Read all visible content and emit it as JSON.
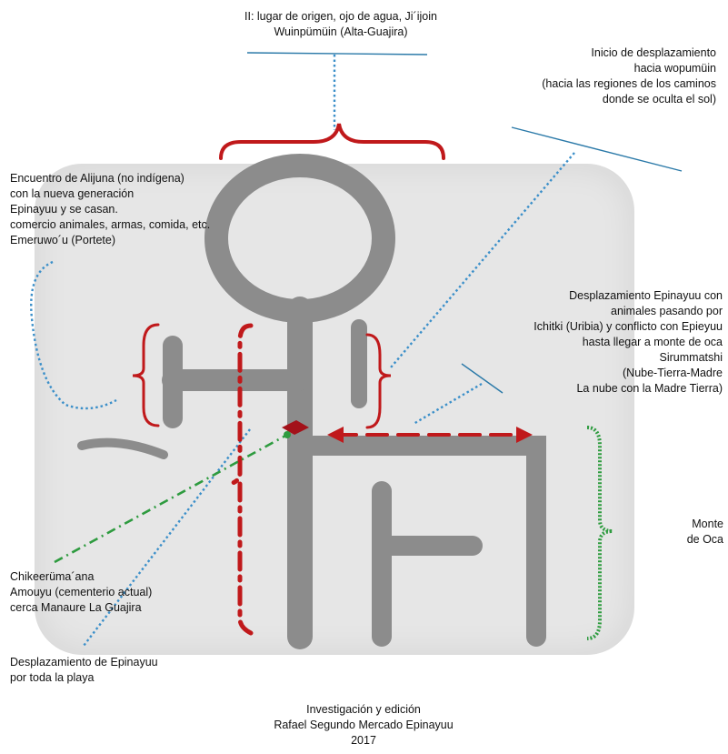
{
  "labels": {
    "origin": {
      "line1": "II: lugar de origen, ojo de agua, Ji´ijoin",
      "line2": "Wuinpümüin (Alta-Guajira)"
    },
    "start": {
      "line1": "Inicio de desplazamiento",
      "line2": "hacia wopumüin",
      "line3": "(hacia las regiones de los caminos",
      "line4": "donde se oculta el sol)"
    },
    "encounter": {
      "line1": "Encuentro de Alijuna (no indígena)",
      "line2": "con la nueva generación",
      "line3": "Epinayuu y se casan.",
      "line4": "comercio animales, armas, comida, etc.",
      "line5": "Emeruwo´u (Portete)"
    },
    "displacement_animals": {
      "line1": "Desplazamiento Epinayuu con",
      "line2": "animales pasando por",
      "line3": "Ichitki (Uribia) y conflicto con Epieyuu",
      "line4": "hasta llegar a monte de oca",
      "line5": "Sirummatshi",
      "line6": "(Nube-Tierra-Madre",
      "line7": "La nube con la Madre Tierra)"
    },
    "monte": {
      "line1": "Monte",
      "line2": "de Oca"
    },
    "cemetery": {
      "line1": "Chikeerüma´ana",
      "line2": "Amouyu (cementerio actual)",
      "line3": "cerca Manaure La Guajira"
    },
    "beach": {
      "line1": "Desplazamiento de Epinayuu",
      "line2": "por toda la playa"
    },
    "credits": {
      "line1": "Investigación y edición",
      "line2": "Rafael Segundo Mercado Epinayuu",
      "line3": "2017"
    }
  },
  "colors": {
    "red": "#c0191b",
    "blue_dotted": "#3b8fc9",
    "blue_line": "#2a79a8",
    "green": "#2e9b3f",
    "stone": "#e6e6e6",
    "carving": "#8e8e8e"
  }
}
